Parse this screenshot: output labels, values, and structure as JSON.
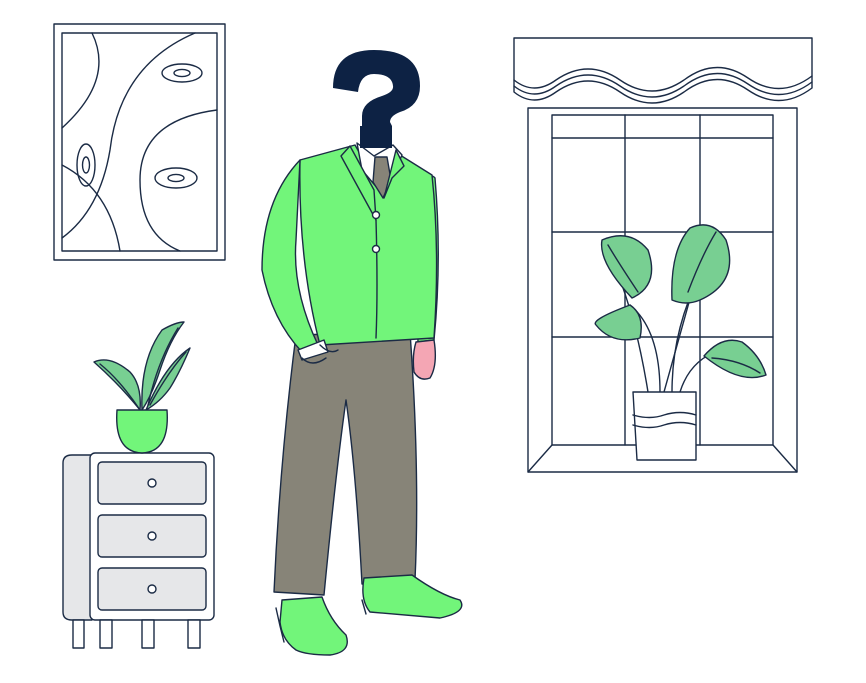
{
  "illustration": {
    "subject": "faceless-businessman-with-question-mark-head",
    "objects": [
      "abstract-wall-painting",
      "window-with-valance",
      "potted-plant-on-sill",
      "chest-of-drawers",
      "potted-plant-on-drawers"
    ]
  },
  "colors": {
    "outline": "#1b2b45",
    "suit_green": "#72f57a",
    "pants_gray": "#878478",
    "tie_gray": "#878478",
    "leaf_green": "#78cf92",
    "head_navy": "#0d2244",
    "skin": "#f4a6b4",
    "cabinet_gray": "#e6e7e9",
    "background": "#ffffff"
  }
}
